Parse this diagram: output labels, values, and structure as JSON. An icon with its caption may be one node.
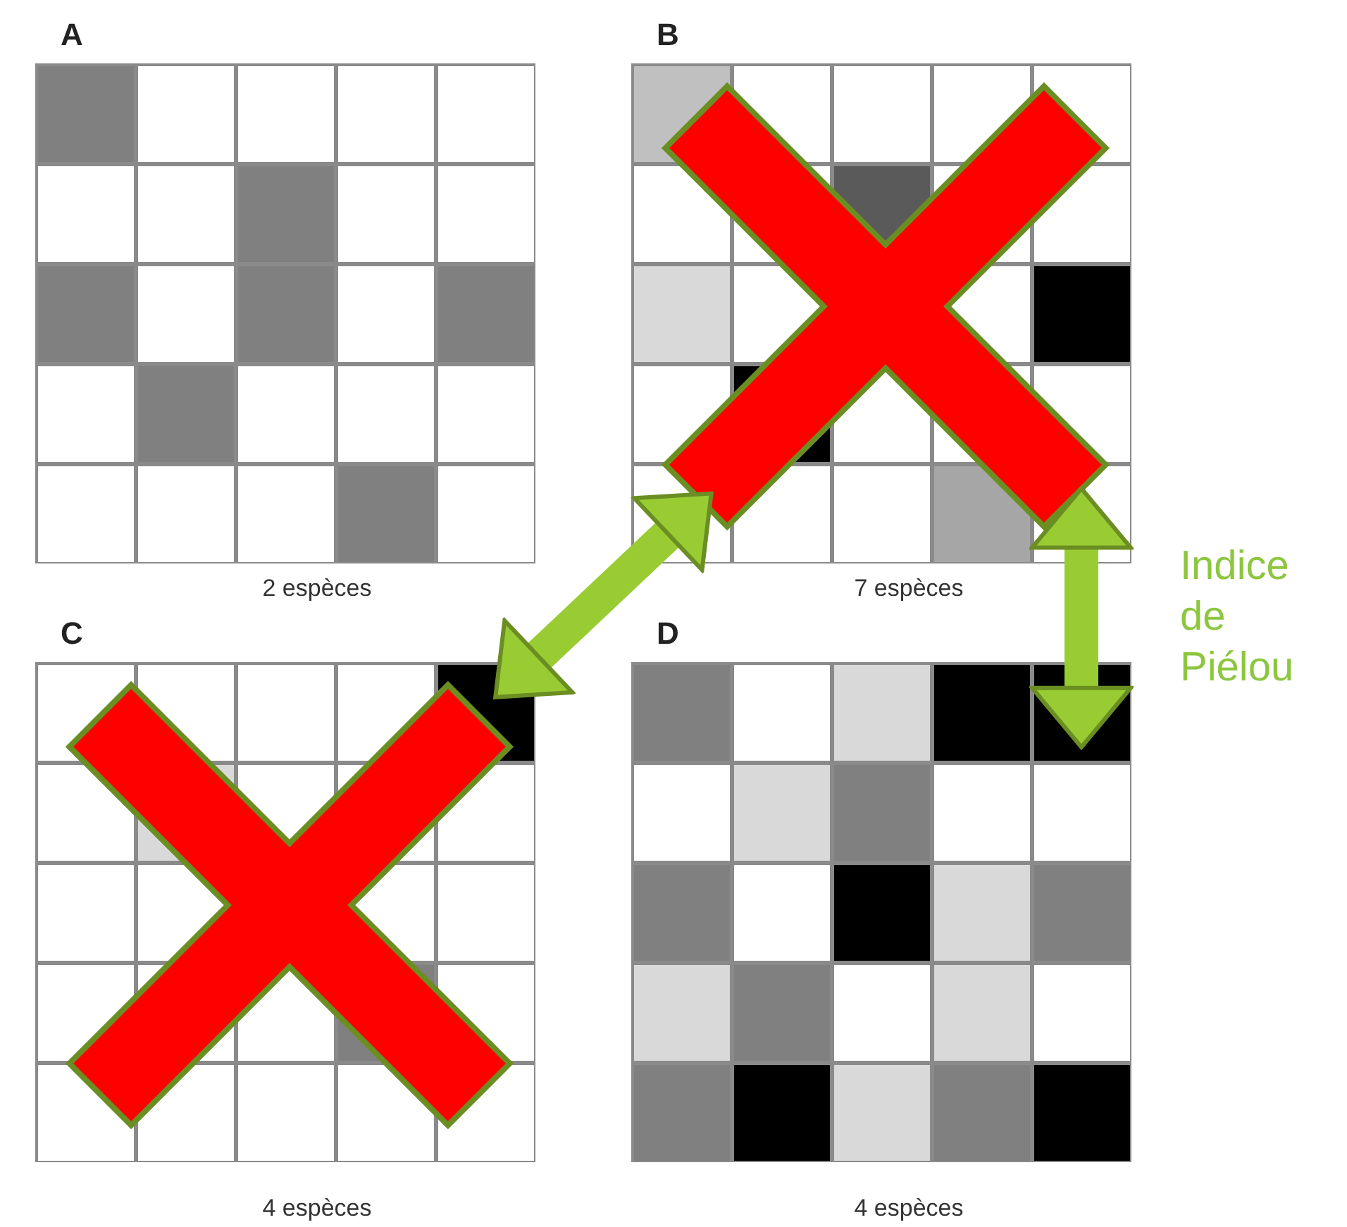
{
  "diagram": {
    "nodes": [
      {
        "text": [
          "A"
        ],
        "beside": [
          "2 espèces"
        ]
      },
      {
        "text": [
          "B"
        ],
        "beside": [
          "7 espèces"
        ]
      },
      {
        "text": [
          "C"
        ],
        "beside": [
          "4 espèces"
        ]
      },
      {
        "text": [
          "D"
        ],
        "beside": [
          "4 espèces"
        ]
      }
    ],
    "edges": [
      {
        "from": 1,
        "to": 2,
        "arrow": "both"
      },
      {
        "from": 1,
        "to": 3,
        "arrow": "both",
        "label": "Indice de Piélou"
      }
    ]
  }
}
